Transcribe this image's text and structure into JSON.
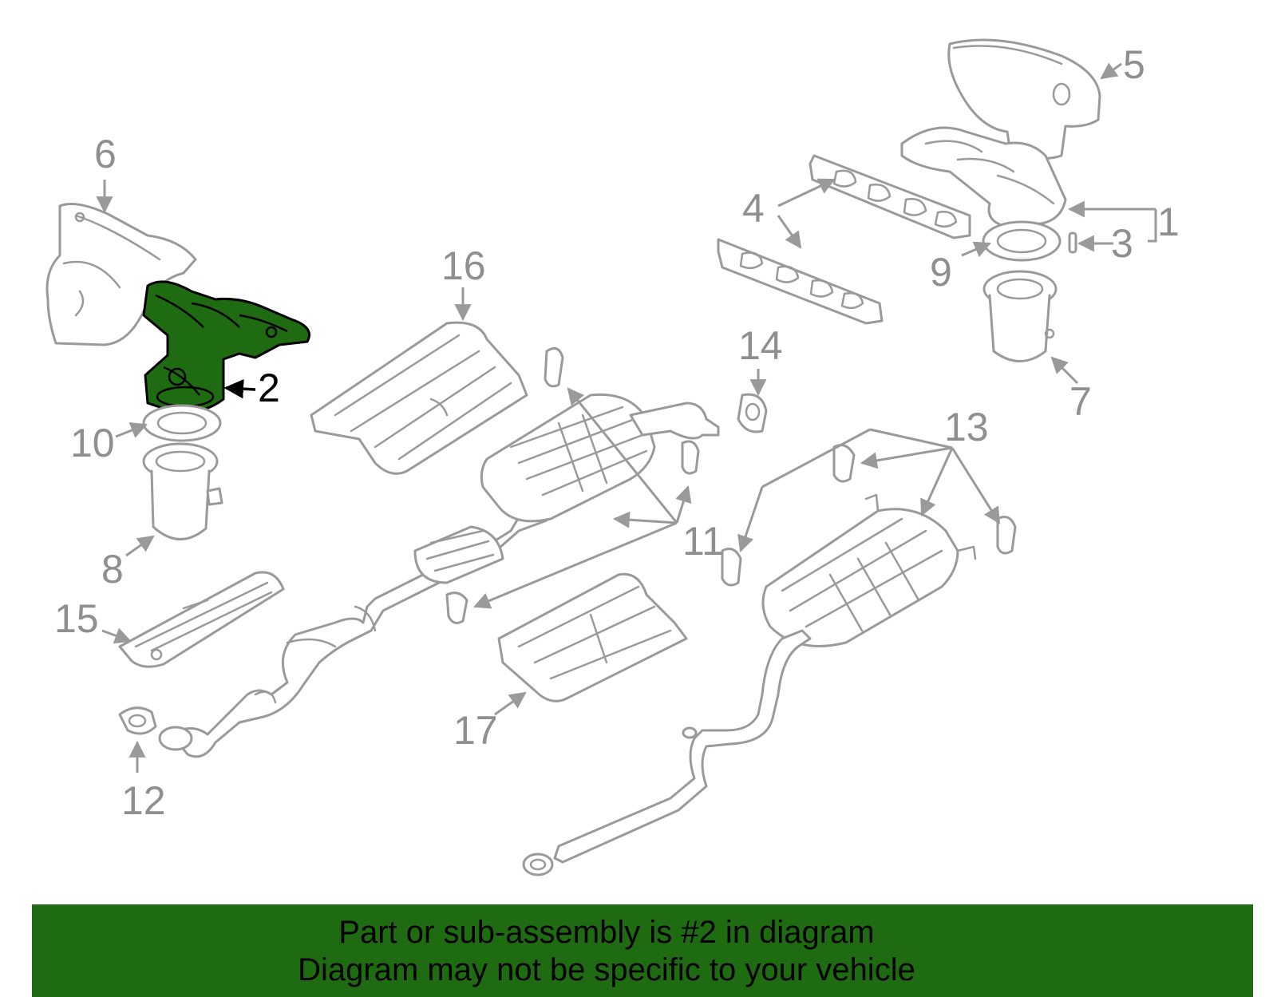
{
  "diagram": {
    "highlight_color": "#1f6b12",
    "line_color": "#9a9a9a",
    "highlighted_part": "2",
    "callouts": [
      "1",
      "2",
      "3",
      "4",
      "5",
      "6",
      "7",
      "8",
      "9",
      "10",
      "11",
      "12",
      "13",
      "14",
      "15",
      "16",
      "17"
    ]
  },
  "banner": {
    "line1": "Part or sub-assembly is #2 in diagram",
    "line2": "Diagram may not be specific to your vehicle"
  }
}
